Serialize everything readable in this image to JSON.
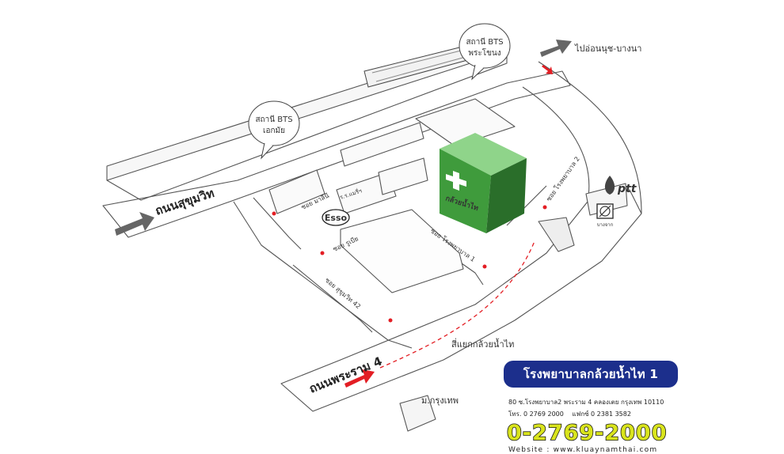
{
  "roads": {
    "sukhumvit": "ถนนสุขุมวิท",
    "rama4": "ถนนพระราม 4",
    "to_onnut": "ไปอ่อนนุช-บางนา",
    "intersection": "สี่แยกกล้วยน้ำไท"
  },
  "soi": {
    "maluk": "ซอย มาลีนี",
    "rubia": "ซอย รูเบีย",
    "sukhumvit42": "ซอย สุขุมวิท 42",
    "rongpaya1": "ซอย โรงพยาบาล 1",
    "rongpaya2": "ซอย โรงพยาบาล 2"
  },
  "stations": {
    "ekkamai": {
      "line1": "สถานี BTS",
      "line2": "เอกมัย"
    },
    "phrakhanong": {
      "line1": "สถานี BTS",
      "line2": "พระโขนง"
    }
  },
  "landmarks": {
    "esso": "Esso",
    "ptt": "ptt",
    "bangjak": "บางจาก",
    "university": "ม.กรุงเทพ",
    "building_label": "ร.ร.แมรี่ฯ",
    "hospital_sign": "กล้วยน้ำไท"
  },
  "info": {
    "hospital_name": "โรงพยาบาลกล้วยน้ำไท 1",
    "address": "80 ซ.โรงพยาบาล2 พระราม 4 คลองเตย กรุงเทพ 10110",
    "tel": "โทร. 0 2769 2000",
    "fax": "แฟกซ์ 0 2381 3582",
    "hotline": "0-2769-2000",
    "website": "Website : www.kluaynamthai.com"
  },
  "colors": {
    "hospital_green": "#3f9b3c",
    "hospital_dark": "#2a6e2a",
    "arrow_red": "#e31e24",
    "navy": "#1c2f8c",
    "hotline_yellow": "#d9e41d"
  }
}
